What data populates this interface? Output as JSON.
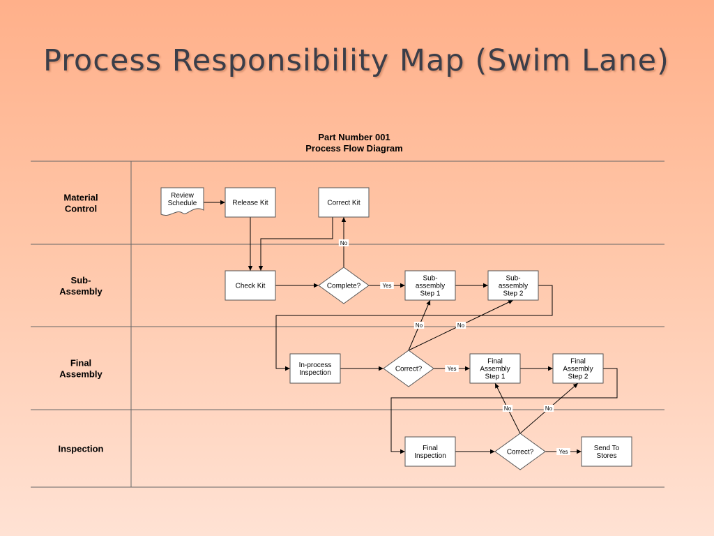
{
  "slide": {
    "title": "Process Responsibility Map (Swim Lane)"
  },
  "diagram": {
    "title_line1": "Part Number 001",
    "title_line2": "Process Flow Diagram",
    "lanes": [
      {
        "id": "material",
        "label": [
          "Material",
          "Control"
        ]
      },
      {
        "id": "sub",
        "label": [
          "Sub-",
          "Assembly"
        ]
      },
      {
        "id": "final",
        "label": [
          "Final",
          "Assembly"
        ]
      },
      {
        "id": "inspection",
        "label": [
          "Inspection"
        ]
      }
    ],
    "nodes": [
      {
        "id": "review",
        "type": "document",
        "lane": "material",
        "label": [
          "Review",
          "Schedule"
        ]
      },
      {
        "id": "release",
        "type": "process",
        "lane": "material",
        "label": [
          "Release Kit"
        ]
      },
      {
        "id": "correct_kit",
        "type": "process",
        "lane": "material",
        "label": [
          "Correct Kit"
        ]
      },
      {
        "id": "check_kit",
        "type": "process",
        "lane": "sub",
        "label": [
          "Check Kit"
        ]
      },
      {
        "id": "complete",
        "type": "decision",
        "lane": "sub",
        "label": [
          "Complete?"
        ]
      },
      {
        "id": "sub1",
        "type": "process",
        "lane": "sub",
        "label": [
          "Sub-",
          "assembly",
          "Step 1"
        ]
      },
      {
        "id": "sub2",
        "type": "process",
        "lane": "sub",
        "label": [
          "Sub-",
          "assembly",
          "Step 2"
        ]
      },
      {
        "id": "inproc",
        "type": "process",
        "lane": "final",
        "label": [
          "In-process",
          "Inspection"
        ]
      },
      {
        "id": "correct1",
        "type": "decision",
        "lane": "final",
        "label": [
          "Correct?"
        ]
      },
      {
        "id": "fa1",
        "type": "process",
        "lane": "final",
        "label": [
          "Final",
          "Assembly",
          "Step 1"
        ]
      },
      {
        "id": "fa2",
        "type": "process",
        "lane": "final",
        "label": [
          "Final",
          "Assembly",
          "Step 2"
        ]
      },
      {
        "id": "finalinsp",
        "type": "process",
        "lane": "inspection",
        "label": [
          "Final",
          "Inspection"
        ]
      },
      {
        "id": "correct2",
        "type": "decision",
        "lane": "inspection",
        "label": [
          "Correct?"
        ]
      },
      {
        "id": "stores",
        "type": "process",
        "lane": "inspection",
        "label": [
          "Send To",
          "Stores"
        ]
      }
    ],
    "edges": [
      {
        "id": "review-release",
        "from": "review",
        "to": "release",
        "label": ""
      },
      {
        "id": "release-check",
        "from": "release",
        "to": "check_kit",
        "label": ""
      },
      {
        "id": "correctkit-check",
        "from": "correct_kit",
        "to": "check_kit",
        "label": ""
      },
      {
        "id": "check-complete",
        "from": "check_kit",
        "to": "complete",
        "label": ""
      },
      {
        "id": "complete-correctkit",
        "from": "complete",
        "to": "correct_kit",
        "label": "No"
      },
      {
        "id": "complete-sub1",
        "from": "complete",
        "to": "sub1",
        "label": "Yes"
      },
      {
        "id": "sub1-sub2",
        "from": "sub1",
        "to": "sub2",
        "label": ""
      },
      {
        "id": "sub2-inproc",
        "from": "sub2",
        "to": "inproc",
        "label": ""
      },
      {
        "id": "inproc-correct1",
        "from": "inproc",
        "to": "correct1",
        "label": ""
      },
      {
        "id": "correct1-sub1",
        "from": "correct1",
        "to": "sub1",
        "label": "No"
      },
      {
        "id": "correct1-sub2",
        "from": "correct1",
        "to": "sub2",
        "label": "No"
      },
      {
        "id": "correct1-fa1",
        "from": "correct1",
        "to": "fa1",
        "label": "Yes"
      },
      {
        "id": "fa1-fa2",
        "from": "fa1",
        "to": "fa2",
        "label": ""
      },
      {
        "id": "fa2-finalinsp",
        "from": "fa2",
        "to": "finalinsp",
        "label": ""
      },
      {
        "id": "finalinsp-correct2",
        "from": "finalinsp",
        "to": "correct2",
        "label": ""
      },
      {
        "id": "correct2-fa1",
        "from": "correct2",
        "to": "fa1",
        "label": "No"
      },
      {
        "id": "correct2-fa2",
        "from": "correct2",
        "to": "fa2",
        "label": "No"
      },
      {
        "id": "correct2-stores",
        "from": "correct2",
        "to": "stores",
        "label": "Yes"
      }
    ]
  }
}
